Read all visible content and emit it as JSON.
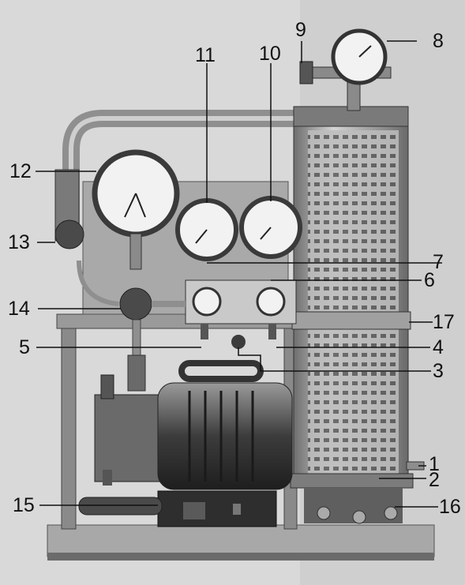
{
  "photo": {
    "background": "#d9d9d9",
    "metal": "#8f8f8f",
    "dark": "#3a3a3a",
    "light": "#f2f2f2"
  },
  "callouts": {
    "c1": "1",
    "c2": "2",
    "c3": "3",
    "c4": "4",
    "c5": "5",
    "c6": "6",
    "c7": "7",
    "c8": "8",
    "c9": "9",
    "c10": "10",
    "c11": "11",
    "c12": "12",
    "c13": "13",
    "c14": "14",
    "c15": "15",
    "c16": "16",
    "c17": "17"
  }
}
